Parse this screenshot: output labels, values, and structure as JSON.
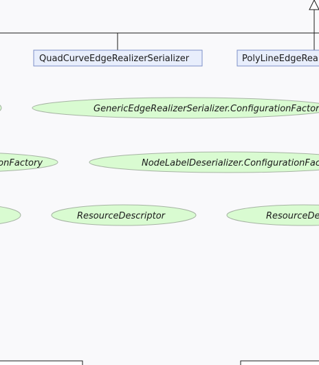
{
  "classes": [
    {
      "id": "quad",
      "label": "QuadCurveEdgeRealizerSerializer"
    },
    {
      "id": "poly",
      "label": "PolyLineEdgeRealizerSerializer"
    }
  ],
  "ovals": [
    {
      "id": "generic-factory",
      "label": "GenericEdgeRealizerSerializer.ConfigurationFactory"
    },
    {
      "id": "left-factory",
      "label": "ConfigurationFactory"
    },
    {
      "id": "nodelabel-factory",
      "label": "NodeLabelDeserializer.ConfigurationFactory"
    },
    {
      "id": "resource-descriptor",
      "label": "ResourceDescriptor"
    },
    {
      "id": "resource-descriptor-right",
      "label": "ResourceDescriptor"
    }
  ],
  "colors": {
    "background": "#f9f9fb",
    "class_fill": "#e8eefc",
    "class_stroke": "#7b8fc7",
    "oval_fill": "#d9fbd1",
    "oval_stroke": "#a5b3a2",
    "edge": "#1a1a1a"
  }
}
